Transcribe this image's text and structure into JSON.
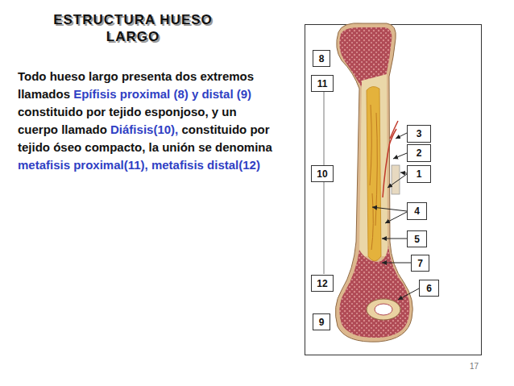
{
  "diagram": {
    "title": "ESTRUCTURA HUESO LARGO",
    "nodes": [
      {
        "text": [
          "8"
        ]
      },
      {
        "text": [
          "11"
        ]
      },
      {
        "text": [
          "3"
        ]
      },
      {
        "text": [
          "2"
        ]
      },
      {
        "text": [
          "10"
        ]
      },
      {
        "text": [
          "1"
        ]
      },
      {
        "text": [
          "4"
        ]
      },
      {
        "text": [
          "5"
        ]
      },
      {
        "text": [
          "7"
        ]
      },
      {
        "text": [
          "12"
        ]
      },
      {
        "text": [
          "6"
        ]
      },
      {
        "text": [
          "9"
        ]
      }
    ],
    "labels": [
      "Todo hueso largo presenta dos extremos llamados",
      "Epífisis proximal (8) y distal (9)",
      "constituido por tejido esponjoso, y un cuerpo llamado",
      "Diáfisis(10),",
      "constituido por tejido óseo compacto, la unión se denomina",
      "metafisis proximal(11), metafisis distal(12)",
      "17"
    ]
  }
}
